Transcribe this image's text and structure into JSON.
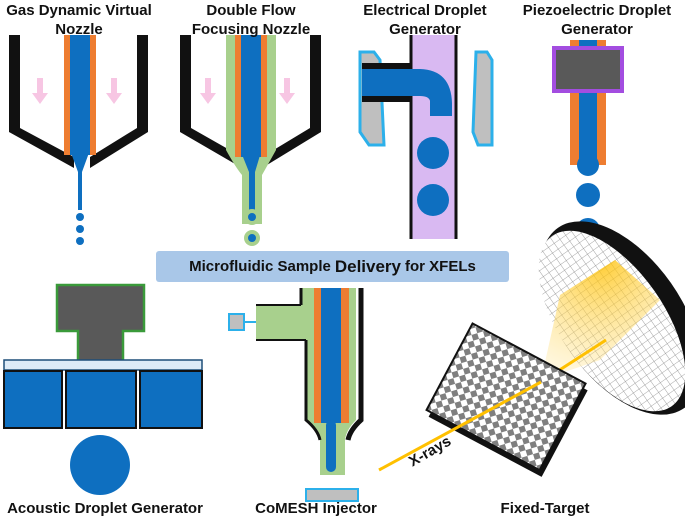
{
  "title": {
    "prefix": "Microfluidic Sample",
    "emphasis": "Delivery",
    "suffix": "for XFELs"
  },
  "panels": {
    "gdvn": {
      "line1": "Gas Dynamic Virtual",
      "line2": "Nozzle"
    },
    "dffn": {
      "line1": "Double Flow",
      "line2": "Focusing Nozzle"
    },
    "electrical": {
      "line1": "Electrical Droplet",
      "line2": "Generator"
    },
    "piezo": {
      "line1": "Piezoelectric Droplet",
      "line2": "Generator"
    },
    "acoustic": {
      "label": "Acoustic Droplet Generator"
    },
    "comesh": {
      "label": "CoMESH Injector"
    },
    "fixed": {
      "label": "Fixed-Target"
    }
  },
  "annotations": {
    "xrays": "X-rays"
  },
  "colors": {
    "sample_blue": "#0e6fc0",
    "orange": "#ee7d31",
    "green": "#a8d08d",
    "pink_arrow": "#f7c6e3",
    "lavender": "#d9b9f2",
    "cyan_outline": "#2cb0ea",
    "gray": "#bfbfbf",
    "dark_gray": "#595959",
    "xray_yellow": "#ffc000",
    "banner": "#a9c7e8"
  }
}
